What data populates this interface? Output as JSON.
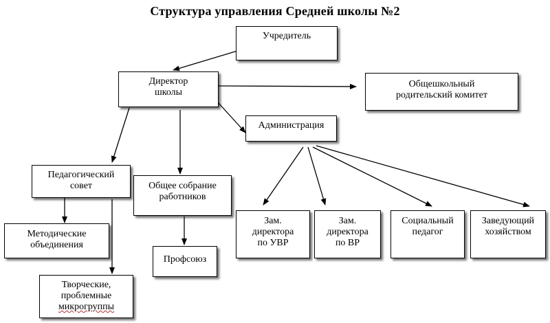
{
  "title": "Структура управления Средней школы  №2",
  "nodes": {
    "founder": [
      "Учредитель"
    ],
    "director": [
      "Директор",
      "школы"
    ],
    "parent_committee": [
      "Общешкольный",
      "родительский комитет"
    ],
    "administration": [
      "Администрация"
    ],
    "ped_council": [
      "Педагогический",
      "совет"
    ],
    "general_meeting": [
      "Общее собрание",
      "работников"
    ],
    "method_unions": [
      "Методические",
      "объединения"
    ],
    "creative_groups": [
      "Творческие,",
      "проблемные",
      "микрогруппы"
    ],
    "trade_union": [
      "Профсоюз"
    ],
    "deputy_uvr": [
      "Зам.",
      "директора",
      "по УВР"
    ],
    "deputy_vr": [
      "Зам.",
      "директора",
      "по ВР"
    ],
    "social_teacher": [
      "Социальный",
      "педагог"
    ],
    "housekeeping_head": [
      "Заведующий",
      "хозяйством"
    ]
  }
}
